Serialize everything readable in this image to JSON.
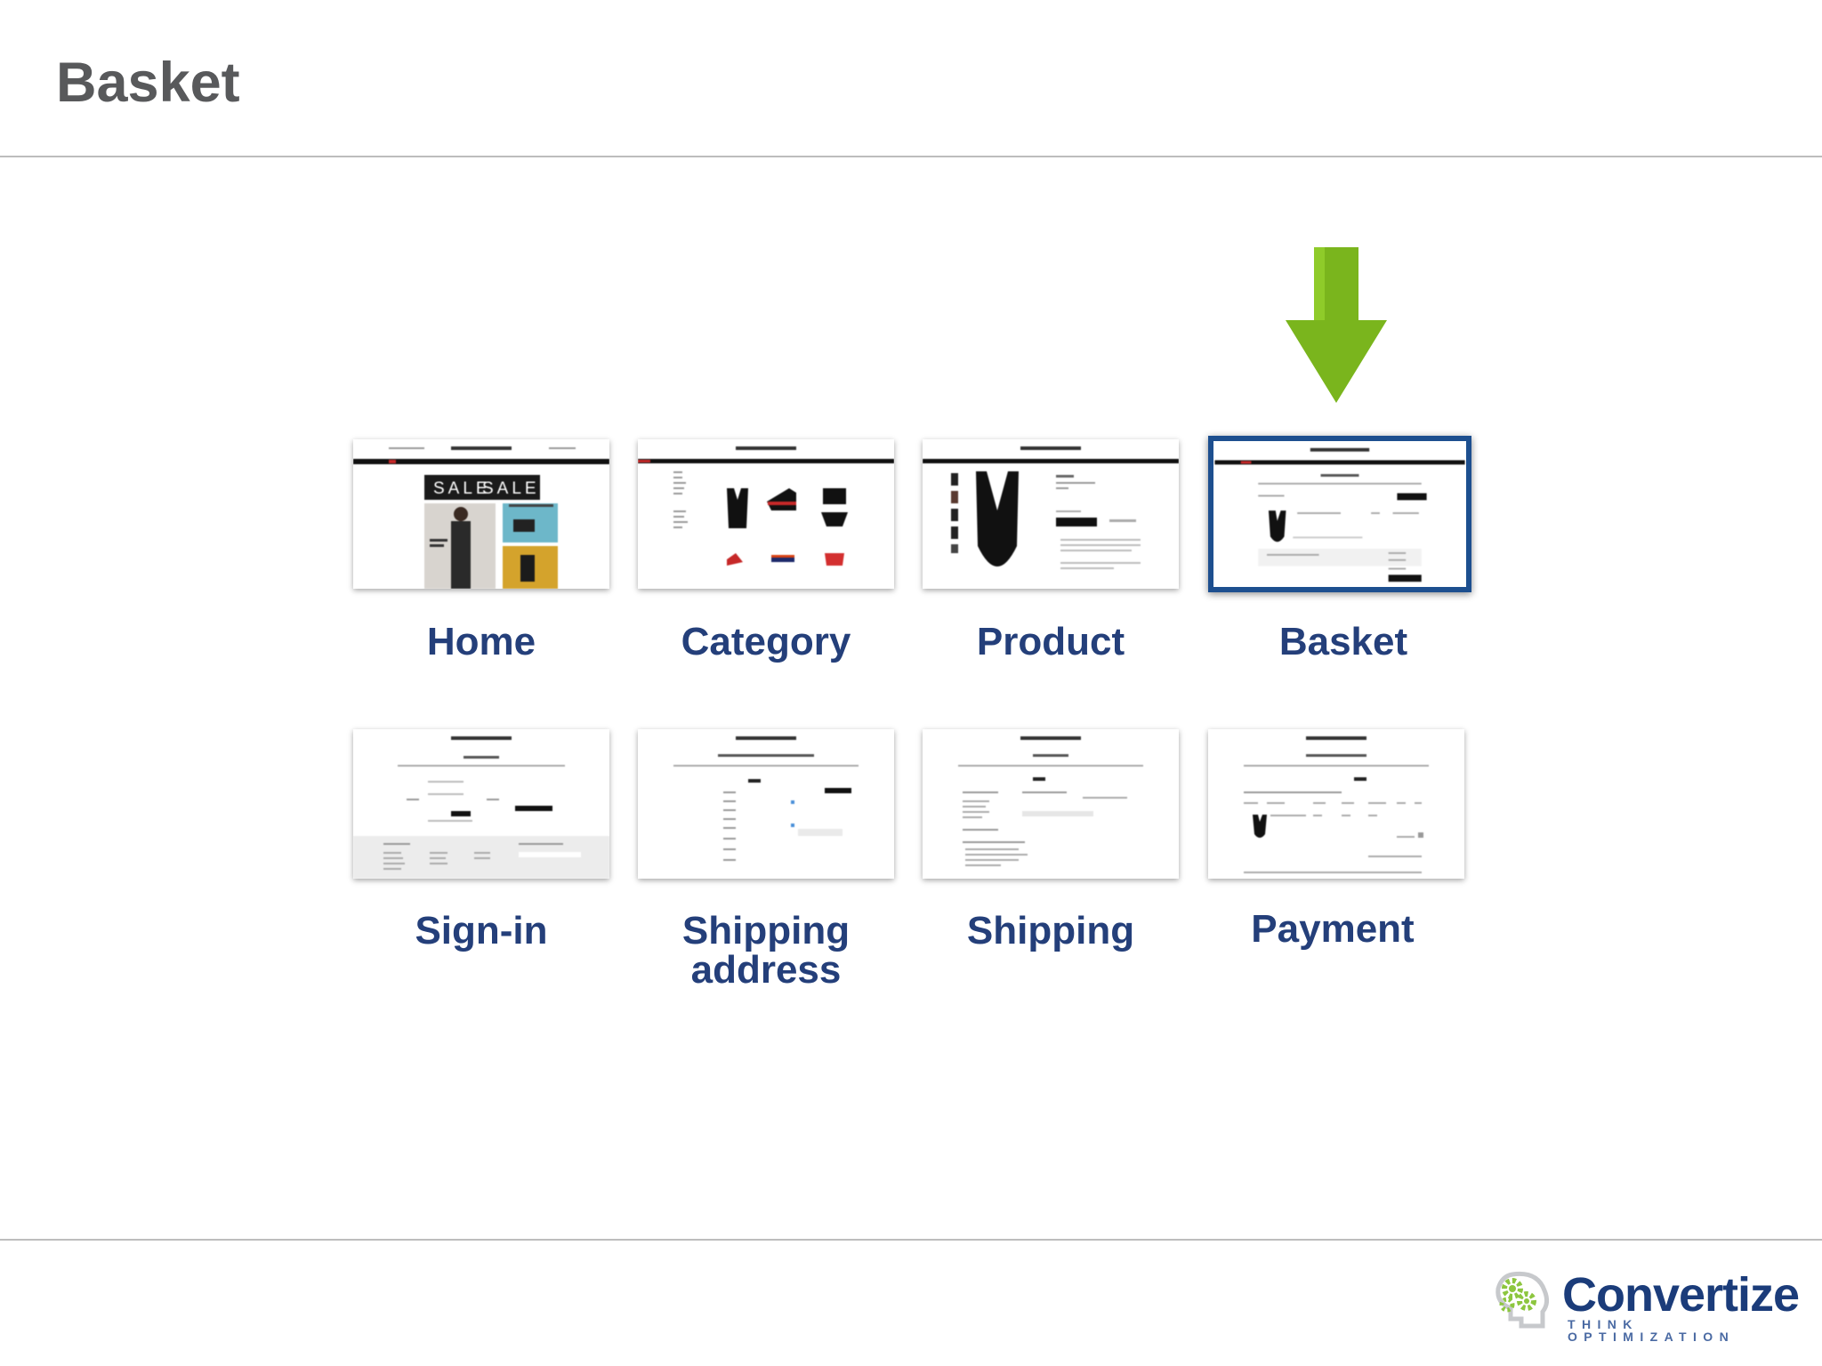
{
  "slide": {
    "title": "Basket"
  },
  "steps": [
    {
      "label": "Home"
    },
    {
      "label": "Category"
    },
    {
      "label": "Product"
    },
    {
      "label": "Basket"
    },
    {
      "label": "Sign-in"
    },
    {
      "label": "Shipping address"
    },
    {
      "label": "Shipping"
    },
    {
      "label": "Payment"
    }
  ],
  "thumb_text": {
    "sale_left": "SALE",
    "sale_right": "SALE"
  },
  "selected_step": "Basket",
  "logo": {
    "name": "Convertize",
    "tagline": "THINK OPTIMIZATION"
  },
  "colors": {
    "title": "#58595b",
    "label": "#243f7a",
    "selected_border": "#1d4f8f",
    "arrow": "#7ab51d",
    "logo_green": "#8dc63f",
    "logo_blue": "#1b3c7a"
  }
}
